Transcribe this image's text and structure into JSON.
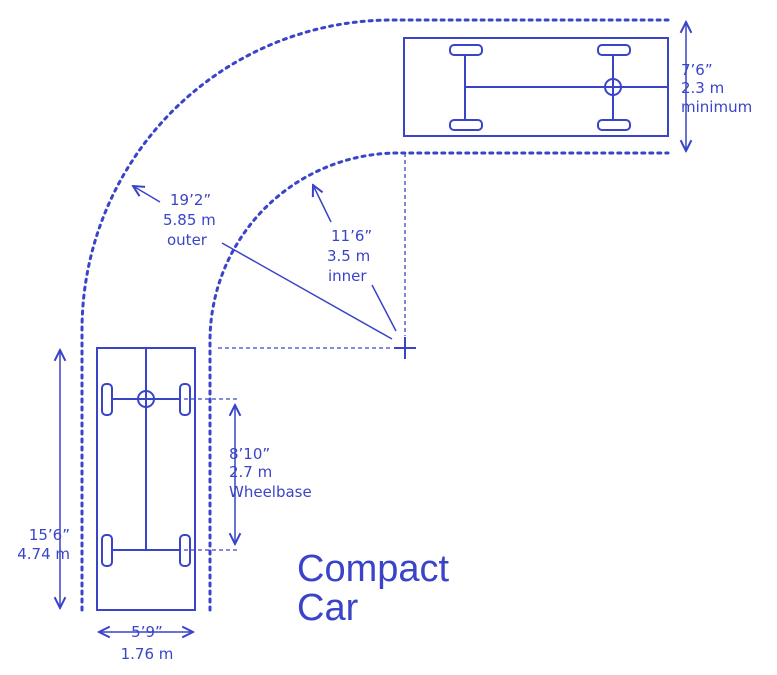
{
  "title": {
    "line1": "Compact",
    "line2": "Car"
  },
  "dimensions": {
    "lane_width": {
      "imperial": "7’6”",
      "metric": "2.3 m",
      "note": "minimum"
    },
    "outer_radius": {
      "imperial": "19’2”",
      "metric": "5.85 m",
      "note": "outer"
    },
    "inner_radius": {
      "imperial": "11’6”",
      "metric": "3.5 m",
      "note": "inner"
    },
    "wheelbase": {
      "imperial": "8’10”",
      "metric": "2.7 m",
      "note": "Wheelbase"
    },
    "length": {
      "imperial": "15’6”",
      "metric": "4.74 m"
    },
    "width": {
      "imperial": "5’9”",
      "metric": "1.76 m"
    }
  },
  "colors": {
    "line": "#3a44c8",
    "background": "#ffffff"
  }
}
